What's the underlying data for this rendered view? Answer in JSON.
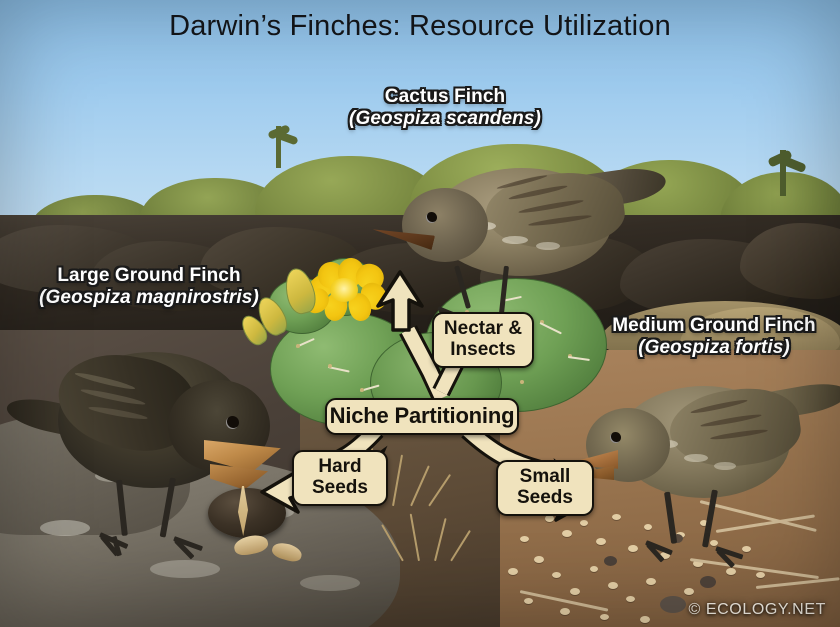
{
  "title": "Darwin’s Finches: Resource Utilization",
  "watermark": "© ECOLOGY.NET",
  "species": [
    {
      "key": "cactus_finch",
      "common_name": "Cactus Finch",
      "scientific_name": "(Geospiza scandens)",
      "resource": "Nectar & Insects"
    },
    {
      "key": "large_ground_finch",
      "common_name": "Large Ground Finch",
      "scientific_name": "(Geospiza magnirostris)",
      "resource": "Hard Seeds"
    },
    {
      "key": "medium_ground_finch",
      "common_name": "Medium Ground Finch",
      "scientific_name": "(Geospiza fortis)",
      "resource": "Small Seeds"
    }
  ],
  "central_concept": "Niche Partitioning",
  "callouts": {
    "nectar_insects": "Nectar &\nInsects",
    "nectar_line1": "Nectar &",
    "nectar_line2": "Insects",
    "hard_line1": "Hard",
    "hard_line2": "Seeds",
    "small_line1": "Small",
    "small_line2": "Seeds"
  },
  "colors": {
    "sky": "#9ecbee",
    "callout_fill": "#f0e3bd",
    "callout_stroke": "#15120c",
    "cactus_green": "#6fa055",
    "flower_yellow": "#f3c511",
    "lava_rock": "#241f19",
    "sand": "#9c7751",
    "title_text": "#14161a",
    "label_text": "#ffffff"
  }
}
